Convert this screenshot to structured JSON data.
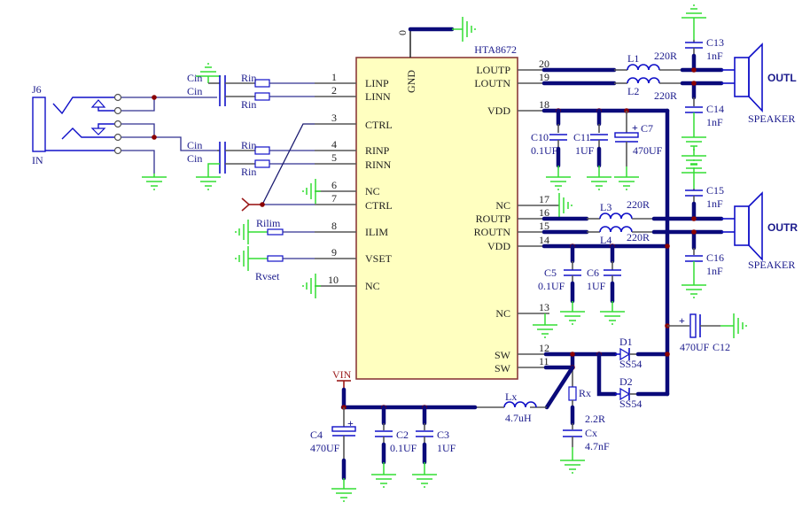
{
  "ic": {
    "name": "HTA8672",
    "gnd_pin_label": "GND",
    "gnd_pin_number": "0",
    "fill_color": "#ffffc0",
    "border_color": "#8b3a3a",
    "left_pins": [
      {
        "num": "1",
        "name": "LINP"
      },
      {
        "num": "2",
        "name": "LINN"
      },
      {
        "num": "3",
        "name": "CTRL"
      },
      {
        "num": "4",
        "name": "RINP"
      },
      {
        "num": "5",
        "name": "RINN"
      },
      {
        "num": "6",
        "name": "NC"
      },
      {
        "num": "7",
        "name": "CTRL"
      },
      {
        "num": "8",
        "name": "ILIM"
      },
      {
        "num": "9",
        "name": "VSET"
      },
      {
        "num": "10",
        "name": "NC"
      }
    ],
    "right_pins": [
      {
        "num": "20",
        "name": "LOUTP"
      },
      {
        "num": "19",
        "name": "LOUTN"
      },
      {
        "num": "18",
        "name": "VDD"
      },
      {
        "num": "17",
        "name": "NC"
      },
      {
        "num": "16",
        "name": "ROUTP"
      },
      {
        "num": "15",
        "name": "ROUTN"
      },
      {
        "num": "14",
        "name": "VDD"
      },
      {
        "num": "13",
        "name": "NC"
      },
      {
        "num": "12",
        "name": "SW"
      },
      {
        "num": "11",
        "name": "SW"
      }
    ]
  },
  "input": {
    "jack_ref": "J6",
    "jack_label": "IN",
    "cin": [
      "Cin",
      "Cin",
      "Cin",
      "Cin"
    ],
    "rin": [
      "Rin",
      "Rin",
      "Rin",
      "Rin"
    ],
    "rilim": "Rilim",
    "rvset": "Rvset"
  },
  "outputs": {
    "left": {
      "label": "OUTL",
      "speaker": "SPEAKER",
      "l_top": {
        "ref": "L1",
        "value": "220R"
      },
      "l_bot": {
        "ref": "L2",
        "value": "220R"
      },
      "c_top": {
        "ref": "C13",
        "value": "1nF"
      },
      "c_bot": {
        "ref": "C14",
        "value": "1nF"
      }
    },
    "right": {
      "label": "OUTR",
      "speaker": "SPEAKER",
      "l_top": {
        "ref": "L3",
        "value": "220R"
      },
      "l_bot": {
        "ref": "L4",
        "value": "220R"
      },
      "c_top": {
        "ref": "C15",
        "value": "1nF"
      },
      "c_bot": {
        "ref": "C16",
        "value": "1nF"
      }
    }
  },
  "vdd_caps": {
    "c10": {
      "ref": "C10",
      "value": "0.1UF"
    },
    "c11": {
      "ref": "C11",
      "value": "1UF"
    },
    "c7": {
      "ref": "C7",
      "value": "470UF"
    },
    "c5": {
      "ref": "C5",
      "value": "0.1UF"
    },
    "c6": {
      "ref": "C6",
      "value": "1UF"
    },
    "c12": {
      "ref": "C12",
      "value": "470UF"
    }
  },
  "boost": {
    "vin_label": "VIN",
    "c4": {
      "ref": "C4",
      "value": "470UF"
    },
    "c2": {
      "ref": "C2",
      "value": "0.1UF"
    },
    "c3": {
      "ref": "C3",
      "value": "1UF"
    },
    "lx": {
      "ref": "Lx",
      "value": "4.7uH"
    },
    "rx": {
      "ref": "Rx",
      "value": "2.2R"
    },
    "cx": {
      "ref": "Cx",
      "value": "4.7nF"
    },
    "d1": {
      "ref": "D1",
      "value": "SS54"
    },
    "d2": {
      "ref": "D2",
      "value": "SS54"
    }
  },
  "polarity_mark": "+"
}
